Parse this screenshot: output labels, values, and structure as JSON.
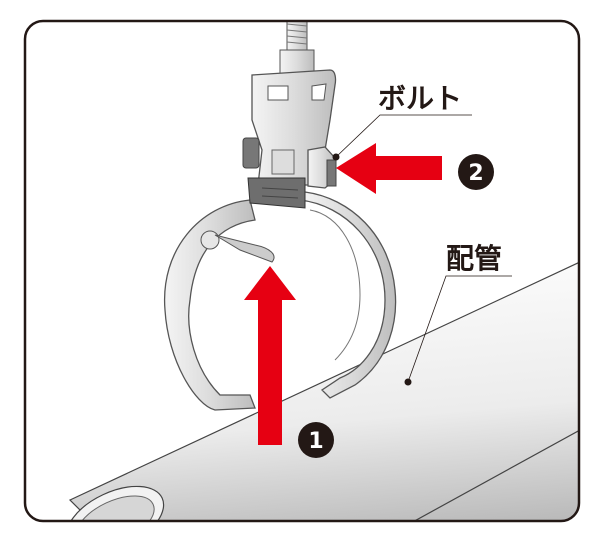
{
  "labels": {
    "bolt": "ボルト",
    "pipe": "配管"
  },
  "markers": [
    {
      "number": "1"
    },
    {
      "number": "2"
    }
  ],
  "colors": {
    "arrow": "#e60012",
    "frame": "#231815",
    "marker": "#231815"
  },
  "icons": {
    "arrow_up": "red-arrow-up",
    "arrow_left": "red-arrow-left"
  }
}
